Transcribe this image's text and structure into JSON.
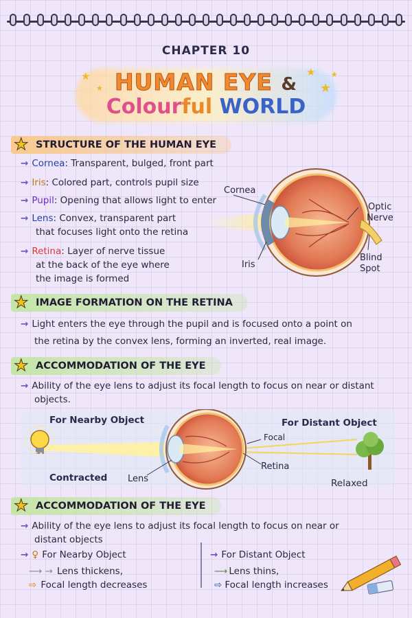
{
  "header": {
    "chapter": "CHAPTER 10",
    "title_line1": "HUMAN EYE",
    "title_amp": "&",
    "title_line2": [
      "Colour",
      "ful ",
      "WORLD"
    ]
  },
  "sections": {
    "structure": {
      "heading": "STRUCTURE OF THE HUMAN EYE",
      "items": [
        {
          "term": "Cornea",
          "text": ": Transparent, bulged, front part"
        },
        {
          "term": "Iris",
          "text": ": Colored part, controls pupil size"
        },
        {
          "term": "Pupil",
          "text": ": Opening that allows light to enter"
        },
        {
          "term": "Lens",
          "text": ": Convex, transparent part",
          "text2": "that focuses light onto the retina"
        },
        {
          "term": "Retina",
          "text": ": Layer of nerve tissue",
          "text2": "at the back of the eye where",
          "text3": "the image is formed"
        }
      ],
      "diagram_labels": {
        "cornea": "Cornea",
        "optic1": "Optic",
        "optic2": "Nerve",
        "iris": "Iris",
        "blind1": "Blind",
        "blind2": "Spot"
      }
    },
    "image_formation": {
      "heading": "IMAGE FORMATION ON THE RETINA",
      "line1": "Light enters the eye through the pupil and is focused onto a point on",
      "line2": "the retina by the convex lens, forming an inverted, real image."
    },
    "accommodation1": {
      "heading": "ACCOMMODATION OF THE EYE",
      "line1": "Ability of the eye lens to adjust its focal length to focus on near or distant",
      "line2": "objects.",
      "diagram_labels": {
        "nearby": "For Nearby Object",
        "distant": "For Distant Object",
        "contracted": "Contracted",
        "lens": "Lens",
        "focal": "Focal",
        "retina": "Retina",
        "relaxed": "Relaxed"
      }
    },
    "accommodation2": {
      "heading": "ACCOMMODATION OF THE EYE",
      "line1": "Ability of the eye lens to adjust its focal length to focus on near or",
      "line2": "distant objects",
      "near": {
        "title": "For Nearby Object",
        "p1": "Lens thickens,",
        "p2": "Focal length decreases"
      },
      "far": {
        "title": "For Distant Object",
        "p1": "Lens thins,",
        "p2": "Focal length increases"
      }
    }
  },
  "colors": {
    "accent_arrow": "#6a4fc9",
    "highlight_peach": "#f8c98f",
    "highlight_green": "#c6e5a9",
    "title_orange": "#f08a2e",
    "title_blue": "#3a62c8"
  }
}
